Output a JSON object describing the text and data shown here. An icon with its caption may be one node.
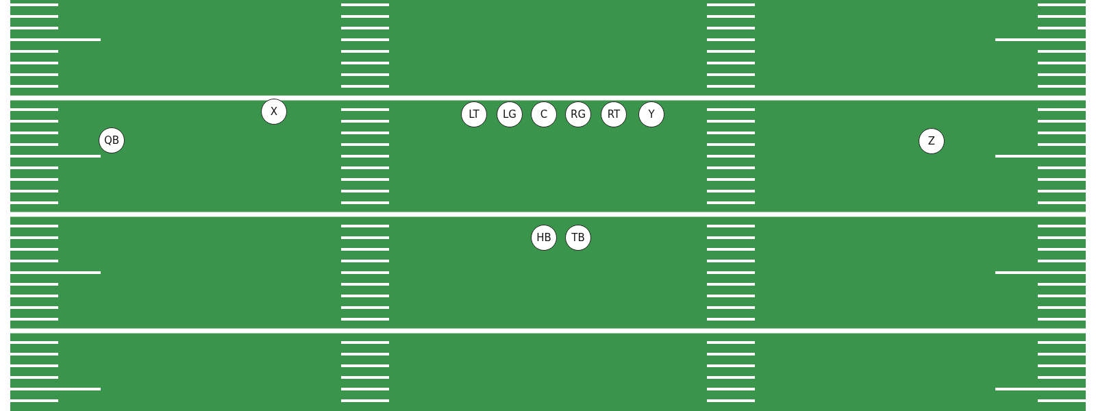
{
  "diagram": {
    "nodes": [
      {
        "text": [
          "X"
        ]
      },
      {
        "text": [
          "LT"
        ]
      },
      {
        "text": [
          "LG"
        ]
      },
      {
        "text": [
          "C"
        ]
      },
      {
        "text": [
          "RG"
        ]
      },
      {
        "text": [
          "RT"
        ]
      },
      {
        "text": [
          "Y"
        ]
      },
      {
        "text": [
          "QB"
        ]
      },
      {
        "text": [
          "Z"
        ]
      },
      {
        "text": [
          "HB"
        ]
      },
      {
        "text": [
          "TB"
        ]
      }
    ]
  }
}
